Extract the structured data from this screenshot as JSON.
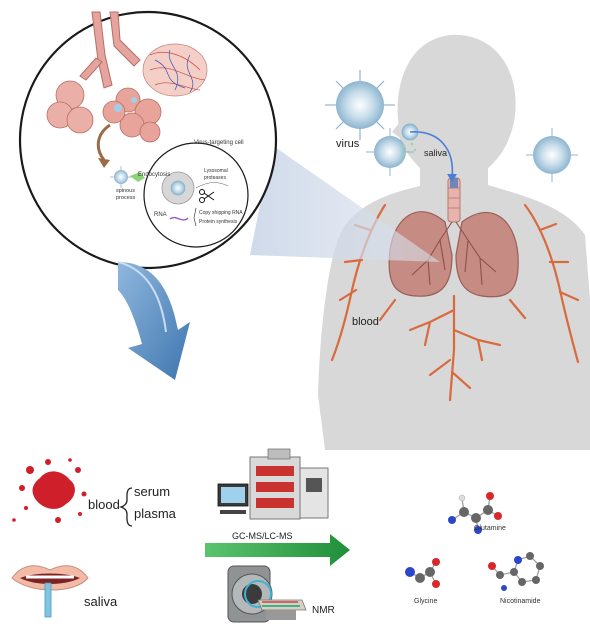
{
  "labels": {
    "virus": "virus",
    "saliva_top": "saliva",
    "blood_body": "blood",
    "virus_targeting_cell": "Virus-targeting cell",
    "endocytosis": "Endocytosis",
    "lysosomal_proteases": "Lysosomal proteases",
    "spinous_process": "spinous process",
    "rna": "RNA",
    "copy_rna": "Copy shipping RNA",
    "protein_synthesis": "Protein synthesis",
    "blood_sample": "blood",
    "serum": "serum",
    "plasma": "plasma",
    "saliva_sample": "saliva",
    "method": "GC-MS/LC-MS",
    "nmr": "NMR",
    "glutamine": "Glutamine",
    "glycine": "Glycine",
    "nicotinamide": "Nicotinamide"
  },
  "colors": {
    "body": "#d9d9d9",
    "lung": "#c9877f",
    "vessel": "#d9623a",
    "virus": "#9ec3d8",
    "arrow_down": "#5b8fc2",
    "arrow_method": "#2ea04a",
    "blood_splat": "#d0202a",
    "lips": "#f0b9a6"
  }
}
